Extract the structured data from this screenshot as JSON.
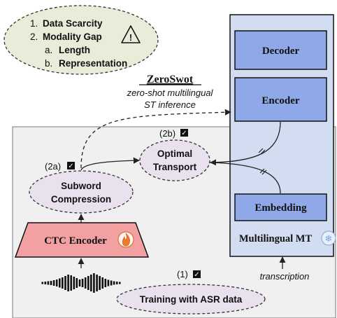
{
  "challenges": {
    "items": [
      {
        "marker": "1.",
        "label": "Data Scarcity"
      },
      {
        "marker": "2.",
        "label": "Modality Gap"
      }
    ],
    "subitems": [
      {
        "marker": "a.",
        "label": "Length"
      },
      {
        "marker": "b.",
        "label": "Representation"
      }
    ],
    "warning_icon": "warning-triangle-icon",
    "warning_glyph": "!"
  },
  "zeroswot": {
    "title": "ZeroSwot",
    "subtitle_line1": "zero-shot multilingual",
    "subtitle_line2": "ST inference"
  },
  "mt": {
    "decoder": "Decoder",
    "encoder": "Encoder",
    "embedding": "Embedding",
    "label": "Multilingual MT",
    "frozen_icon": "snowflake-icon",
    "frozen_glyph": "❄"
  },
  "speech": {
    "ctc_encoder": "CTC Encoder",
    "trainable_icon": "fire-icon",
    "fire_glyph": "🔥",
    "subword_line1": "Subword",
    "subword_line2": "Compression",
    "ot_line1": "Optimal",
    "ot_line2": "Transport",
    "asr_training": "Training with ASR data",
    "waveform_icon": "waveform-icon"
  },
  "steps": {
    "step_1": "(1)",
    "step_2a": "(2a)",
    "step_2b": "(2b)",
    "check_icon": "checkbox-icon",
    "check_glyph": "✓"
  },
  "transcription": "transcription",
  "colors": {
    "ellipse_green": "#e9ecd8",
    "ellipse_purple": "#e9e1ee",
    "mt_box": "#8ea8e8",
    "mt_panel": "#d3ddf2",
    "gray_panel": "#f0f0f0",
    "ctc_red": "#f3a0a3"
  }
}
